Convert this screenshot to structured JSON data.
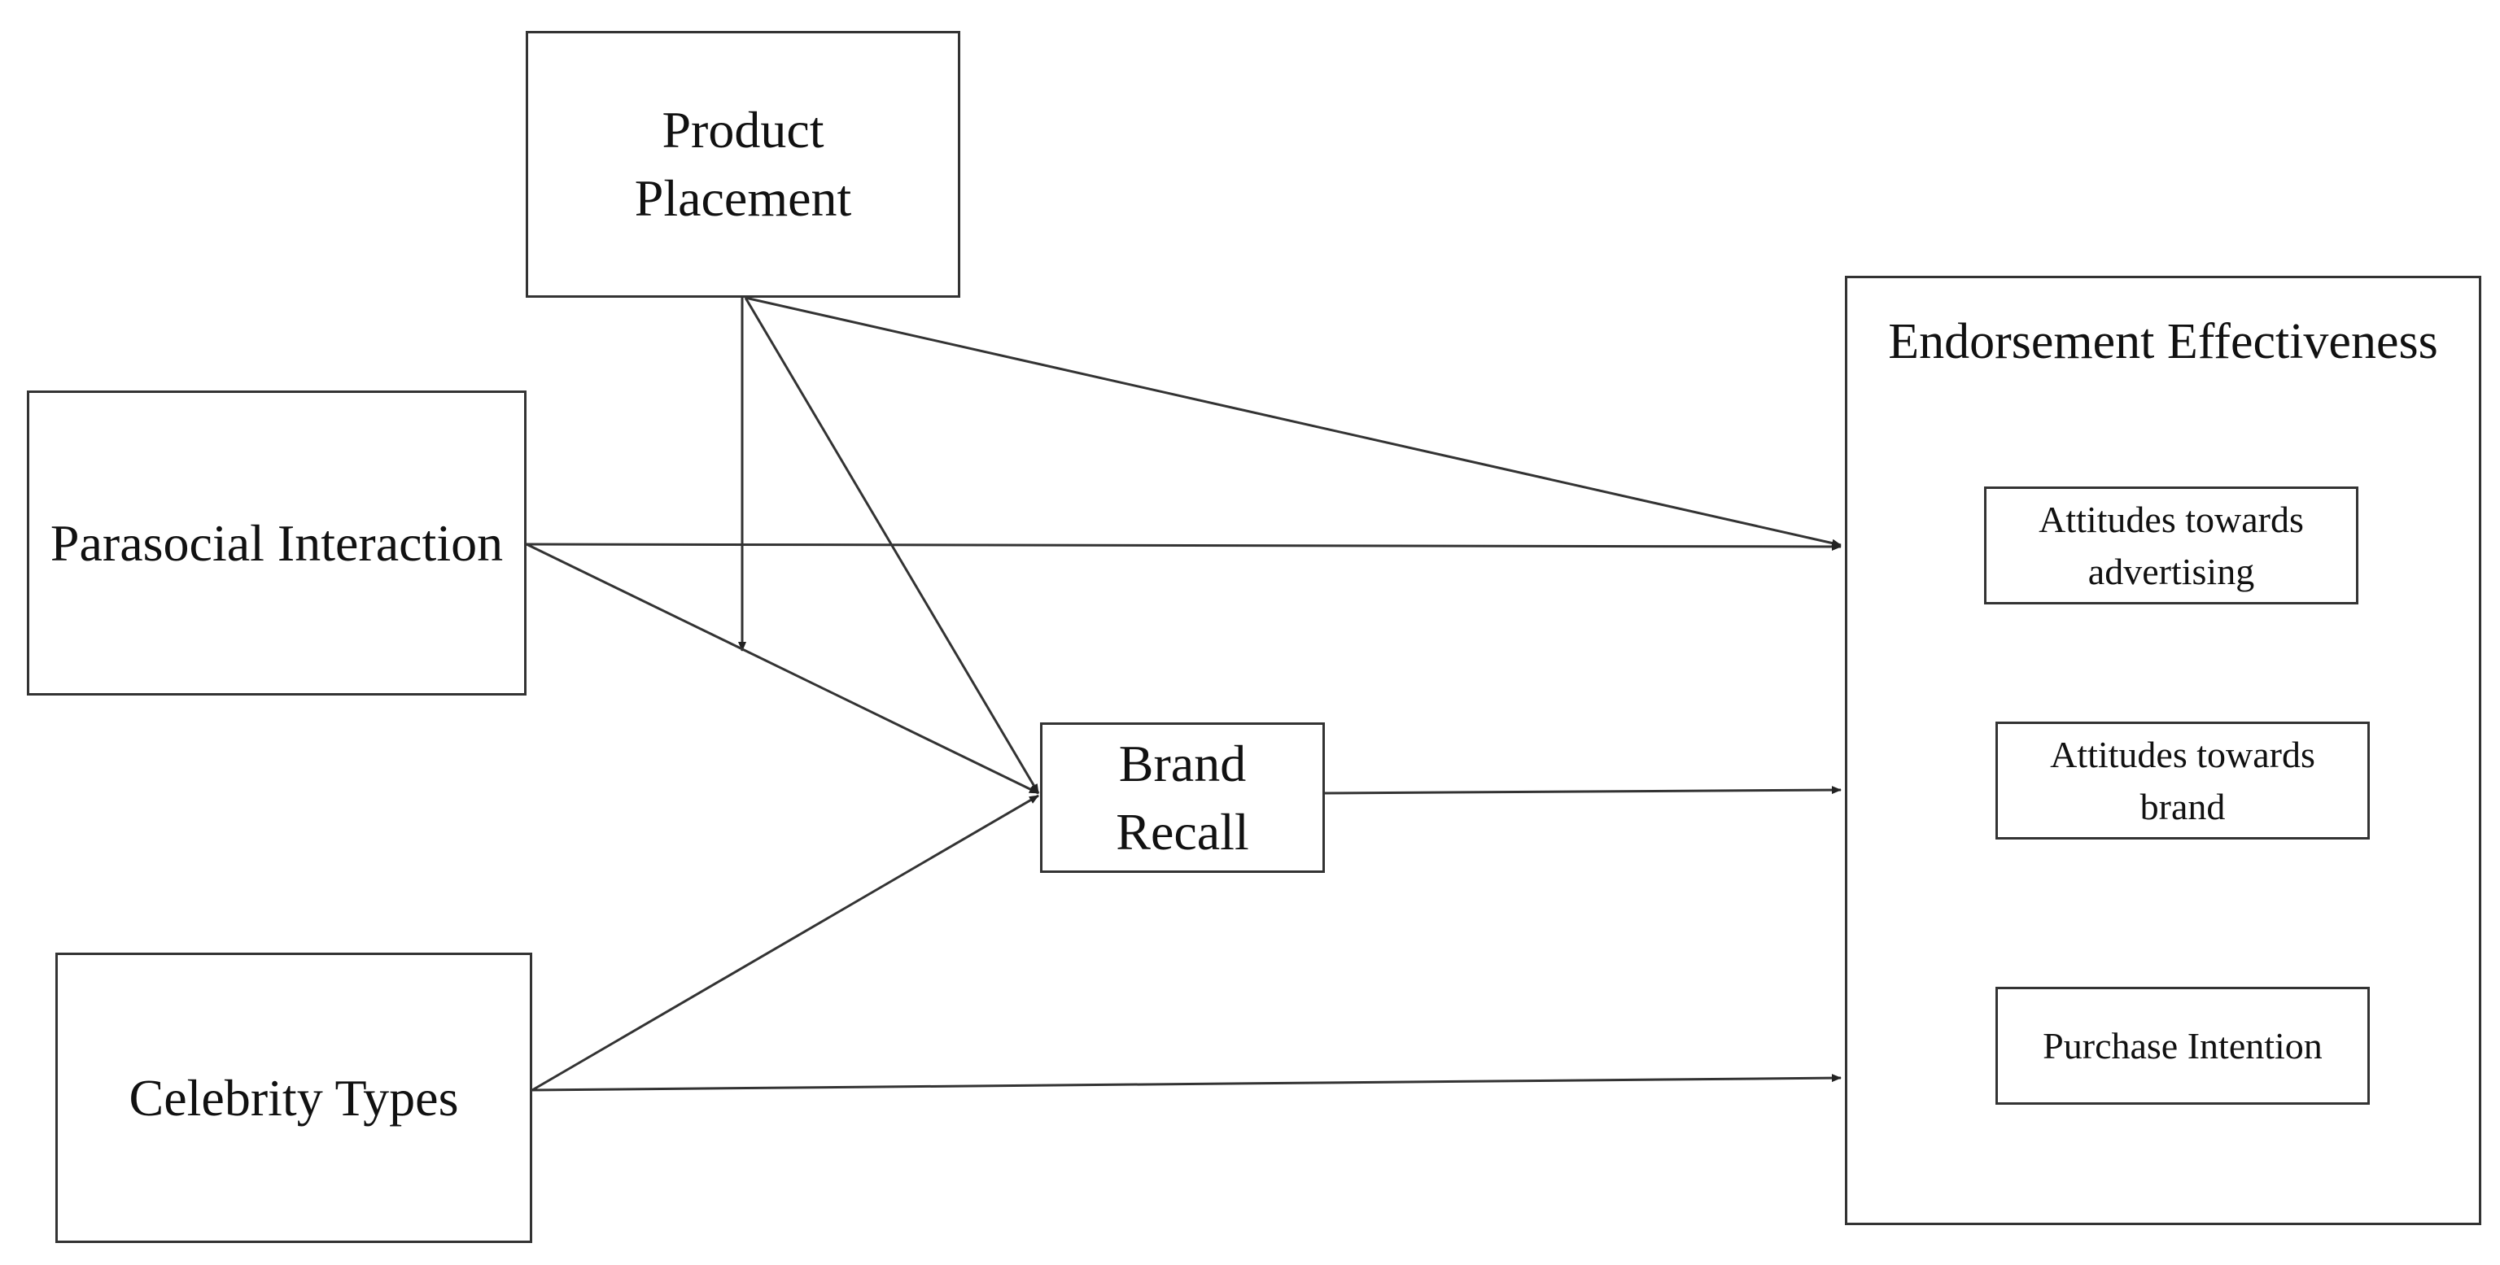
{
  "nodes": {
    "product_placement": "Product Placement",
    "parasocial_interaction": "Parasocial Interaction",
    "celebrity_types": "Celebrity Types",
    "brand_recall": "Brand Recall",
    "endorsement_effectiveness": {
      "title": "Endorsement Effectiveness",
      "items": [
        "Attitudes towards advertising",
        "Attitudes towards brand",
        "Purchase Intention"
      ]
    }
  },
  "edges": [
    {
      "from": "Product Placement",
      "to": "Endorsement Effectiveness"
    },
    {
      "from": "Product Placement",
      "to": "Brand Recall"
    },
    {
      "from": "Product Placement",
      "to": "Parasocial Interaction → Brand Recall path (moderation)"
    },
    {
      "from": "Parasocial Interaction",
      "to": "Endorsement Effectiveness"
    },
    {
      "from": "Parasocial Interaction",
      "to": "Brand Recall"
    },
    {
      "from": "Celebrity Types",
      "to": "Brand Recall"
    },
    {
      "from": "Celebrity Types",
      "to": "Endorsement Effectiveness"
    },
    {
      "from": "Brand Recall",
      "to": "Endorsement Effectiveness"
    }
  ],
  "colors": {
    "stroke": "#333333",
    "text": "#111111",
    "background": "#ffffff"
  }
}
